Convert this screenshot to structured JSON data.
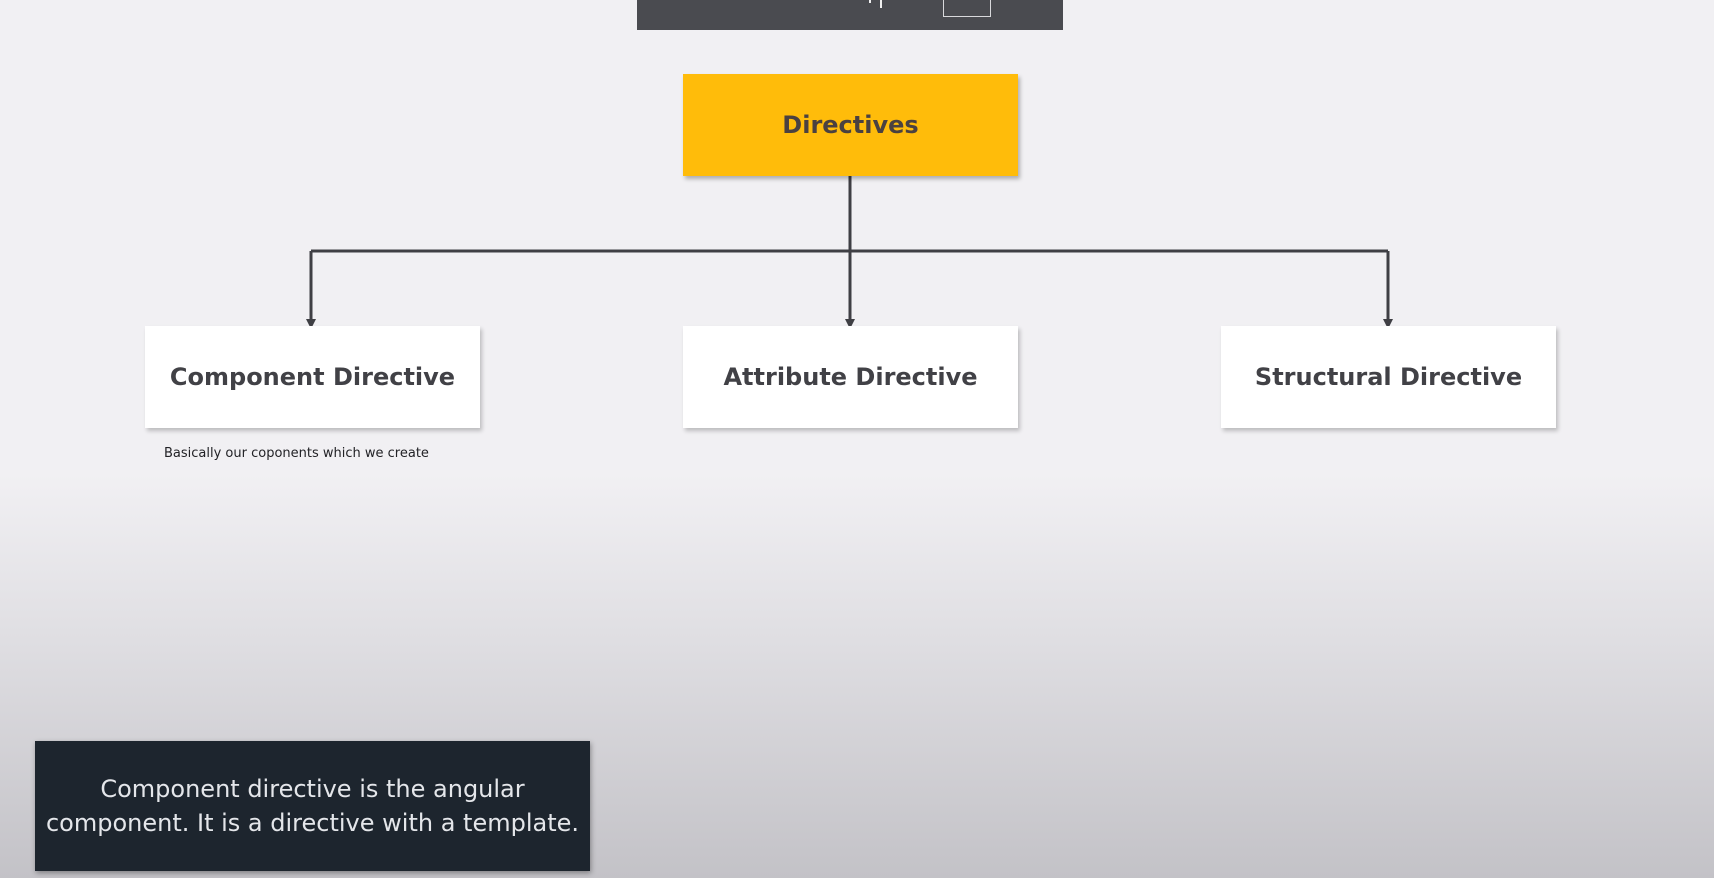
{
  "diagram": {
    "root": {
      "label": "Directives",
      "color": "#ffbc0a"
    },
    "children": [
      {
        "label": "Component Directive"
      },
      {
        "label": "Attribute Directive"
      },
      {
        "label": "Structural Directive"
      }
    ],
    "note": "Basically our coponents which we create",
    "connector_color": "#3f3f44"
  },
  "caption": {
    "text": "Component directive is the angular component. It is a directive with a template."
  }
}
